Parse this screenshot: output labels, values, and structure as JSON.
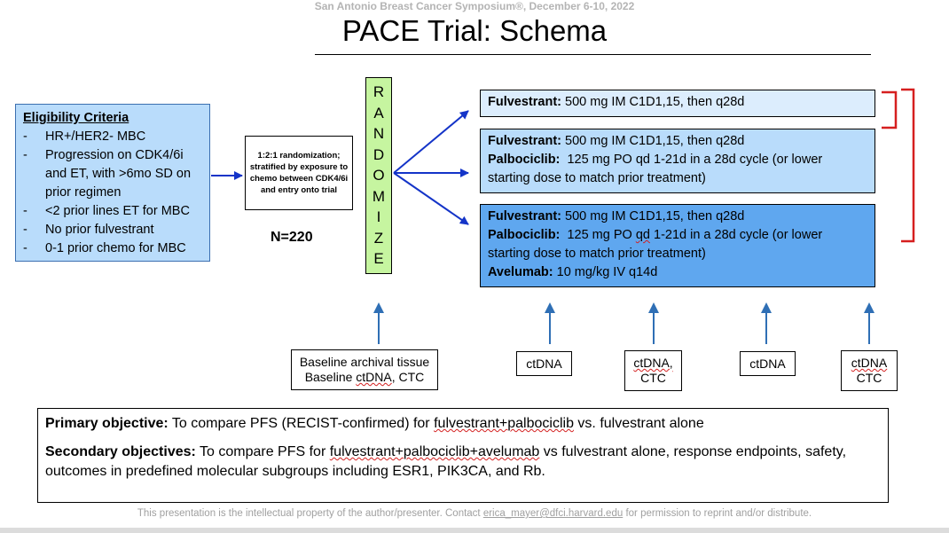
{
  "header": {
    "conference": "San Antonio Breast Cancer Symposium®, December 6-10, 2022",
    "title": "PACE Trial: Schema"
  },
  "eligibility": {
    "heading": "Eligibility Criteria",
    "items": [
      "HR+/HER2- MBC",
      "Progression on CDK4/6i and ET, with >6mo SD on prior regimen",
      "<2 prior lines ET for MBC",
      "No prior fulvestrant",
      "0-1 prior chemo for MBC"
    ]
  },
  "randomization": {
    "text": "1:2:1 randomization; stratified by exposure to chemo between CDK4/6i and entry onto trial",
    "n_label": "N=220",
    "randomize_letters": [
      "R",
      "A",
      "N",
      "D",
      "O",
      "M",
      "I",
      "Z",
      "E"
    ]
  },
  "arms": {
    "fulvestrant_name": "Fulvestrant:",
    "fulvestrant_dose": "500 mg IM C1D1,15, then q28d",
    "palbociclib_name": "Palbociclib:",
    "palbociclib_dose_a": "125 mg PO",
    "palbociclib_dose_qd": "qd",
    "palbociclib_dose_b": "1-21d in a 28d cycle (or lower starting dose to match prior treatment)",
    "avelumab_name": "Avelumab:",
    "avelumab_dose": "10 mg/kg IV q14d"
  },
  "samples": {
    "baseline_line1": "Baseline archival tissue",
    "baseline_line2_a": "Baseline",
    "baseline_line2_ctdna": "ctDNA",
    "baseline_line2_b": ", CTC",
    "ctdna": "ctDNA",
    "ctdna_comma": "ctDNA,",
    "ctc": "CTC"
  },
  "objectives": {
    "primary_label": "Primary objective:",
    "primary_a": "To compare PFS (RECIST-confirmed) for",
    "primary_combo": "fulvestrant+palbociclib",
    "primary_b": "vs. fulvestrant alone",
    "secondary_label": "Secondary objectives:",
    "secondary_a": "To compare PFS for",
    "secondary_combo": "fulvestrant+palbociclib+avelumab",
    "secondary_b": "vs fulvestrant alone, response endpoints, safety, outcomes in predefined molecular subgroups including ESR1, PIK3CA, and Rb."
  },
  "footer": {
    "text_a": "This presentation is the intellectual property of the author/presenter. Contact",
    "email": "erica_mayer@dfci.harvard.edu",
    "text_b": "for permission to reprint and/or distribute."
  },
  "colors": {
    "arrow_blue": "#1434c8",
    "sample_arrow_blue": "#2f6fb5",
    "bracket_red": "#d61f1f",
    "randomize_green": "#c6f5a0",
    "arm_light": "#dcedfd",
    "arm_mid": "#b9dcfb",
    "arm_dark": "#5fa7ef"
  }
}
